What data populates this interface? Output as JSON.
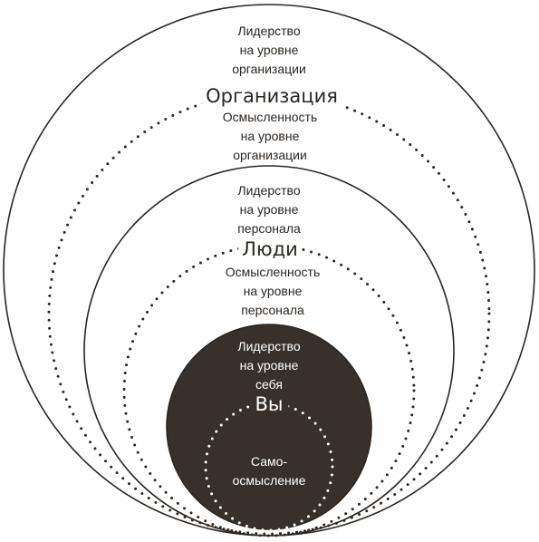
{
  "colors": {
    "line": "#2b2622",
    "dark_fill": "#37302b",
    "background": "#ffffff"
  },
  "outer": {
    "leadership": "Лидерство\nна уровне\nорганизации",
    "title": "Организация",
    "meaning": "Осмысленность\nна уровне\nорганизации"
  },
  "middle": {
    "leadership": "Лидерство\nна уровне\nперсонала",
    "title": "Люди",
    "meaning": "Осмысленность\nна уровне\nперсонала"
  },
  "inner": {
    "leadership": "Лидерство\nна уровне\nсебя",
    "title": "Вы",
    "meaning": "Само-\nосмысление"
  }
}
